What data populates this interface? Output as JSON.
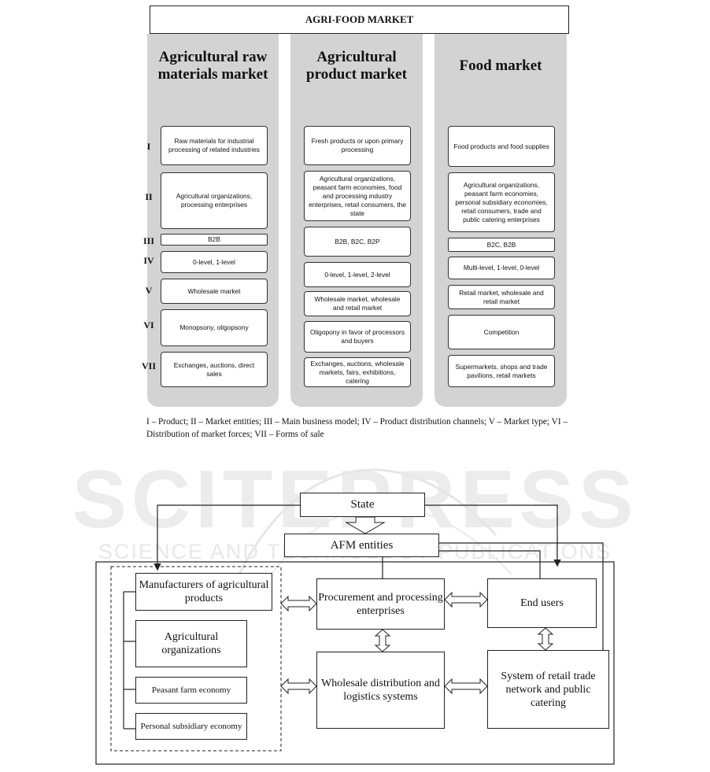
{
  "title": "AGRI-FOOD MARKET",
  "columns": [
    {
      "heading": "Agricultural raw materials market",
      "cells": [
        "Raw materials for industrial processing of related industries",
        "Agricultural organizations, processing enterprises",
        "B2B",
        "0-level, 1-level",
        "Wholesale market",
        "Monopsony, oligopsony",
        "Exchanges, auctions, direct sales"
      ]
    },
    {
      "heading": "Agricultural product market",
      "cells": [
        "Fresh products or upon primary processing",
        "Agricultural organizations, peasant farm economies, food and processing industry enterprises, retail consumers, the state",
        "B2B, B2C, B2P",
        "0-level, 1-level, 2-level",
        "Wholesale market, wholesale and retail market",
        "Oligopony in favor of processors and buyers",
        "Exchanges, auctions, wholesale markets, fairs, exhibitions, catering"
      ]
    },
    {
      "heading": "Food market",
      "cells": [
        "Food products and food supplies",
        "Agricultural organizations, peasant farm economies, personal subsidiary economies, retail consumers, trade and public catering enterprises",
        "B2C, B2B",
        "Multi-level, 1-level, 0-level",
        "Retail market, wholesale and retail market",
        "Competition",
        "Supermarkets, shops and trade pavilions, retail markets"
      ]
    }
  ],
  "row_labels": [
    "I",
    "II",
    "III",
    "IV",
    "V",
    "VI",
    "VII"
  ],
  "legend": "I – Product; II – Market entities; III – Main business model; IV – Product distribution channels; V – Market type; VI – Distribution of market forces; VII – Forms of sale",
  "watermark": {
    "big": "SCITEPRESS",
    "small": "SCIENCE AND TECHNOLOGY PUBLICATIONS"
  },
  "flow": {
    "state": "State",
    "afm_entities": "AFM entities",
    "manufacturers": "Manufacturers of agricultural products",
    "agri_orgs": "Agricultural organizations",
    "peasant": "Peasant farm economy",
    "personal": "Personal subsidiary economy",
    "procurement": "Procurement and processing enterprises",
    "end_users": "End users",
    "wholesale": "Wholesale distribution and logistics systems",
    "retail": "System of retail trade network and public catering"
  }
}
